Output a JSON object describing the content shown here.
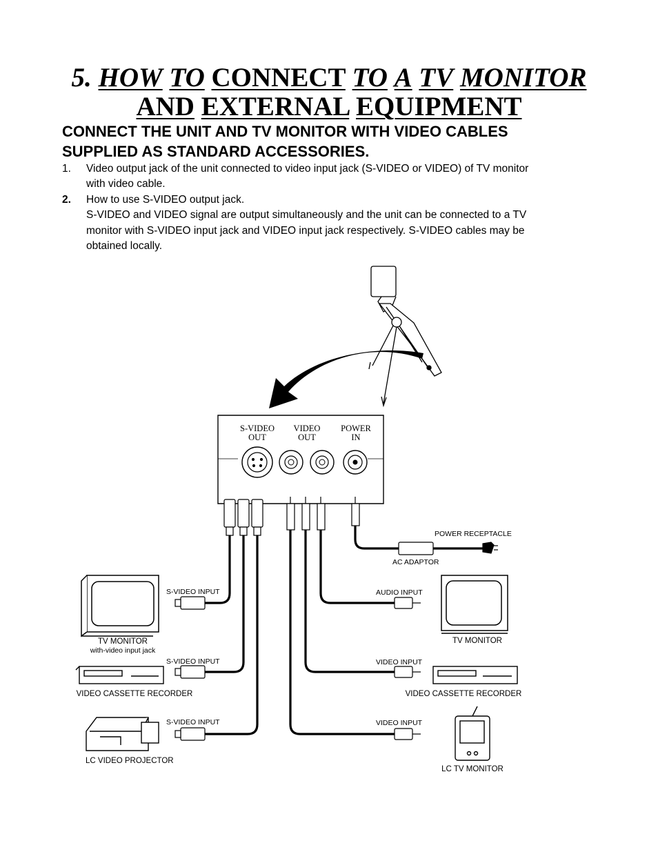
{
  "title": {
    "number": "5.",
    "words": [
      "HOW",
      "TO",
      "CONNECT",
      "TO",
      "A",
      "TV",
      "MONITOR"
    ],
    "line2": [
      "AND",
      "EXTERNAL",
      "EQUIPMENT"
    ]
  },
  "subheading": {
    "line1": "CONNECT THE UNIT AND TV MONITOR WITH VIDEO CABLES",
    "line2": "SUPPLIED AS STANDARD ACCESSORIES."
  },
  "items": [
    {
      "num": "1.",
      "lines": [
        "Video output jack of the unit connected to video input jack (S-VIDEO or VIDEO) of TV monitor",
        "with video cable."
      ]
    },
    {
      "num": "2.",
      "lines": [
        "How to use S-VIDEO output jack.",
        "S-VIDEO and VIDEO signal are output simultaneously and the unit can be connected to a TV",
        "monitor with S-VIDEO input jack and VIDEO input jack respectively. S-VIDEO cables may be",
        "obtained locally."
      ]
    }
  ],
  "diagram": {
    "panel": {
      "svideo_out": [
        "S-VIDEO",
        "OUT"
      ],
      "video_out": [
        "VIDEO",
        "OUT"
      ],
      "power_in": [
        "POWER",
        "IN"
      ]
    },
    "labels": {
      "power_receptacle": "POWER RECEPTACLE",
      "ac_adaptor": "AC ADAPTOR",
      "svideo_input_1": "S-VIDEO INPUT",
      "svideo_input_2": "S-VIDEO INPUT",
      "svideo_input_3": "S-VIDEO INPUT",
      "audio_input": "AUDIO INPUT",
      "video_input_1": "VIDEO INPUT",
      "video_input_2": "VIDEO INPUT",
      "tv_monitor_left": "TV MONITOR",
      "tv_monitor_left_sub": "with-video input jack",
      "vcr_left": "VIDEO CASSETTE RECORDER",
      "lc_projector": "LC VIDEO PROJECTOR",
      "tv_monitor_right": "TV MONITOR",
      "vcr_right": "VIDEO CASSETTE RECORDER",
      "lc_tv_monitor": "LC TV MONITOR"
    }
  }
}
